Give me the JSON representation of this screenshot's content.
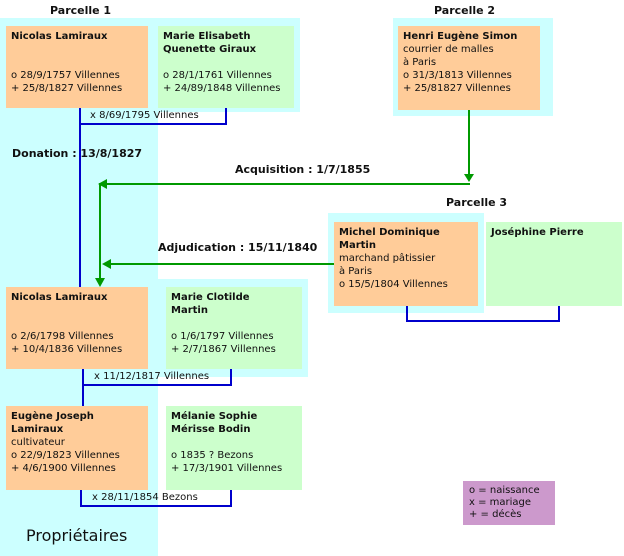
{
  "parcelles": [
    {
      "title": "Parcelle 1"
    },
    {
      "title": "Parcelle 2"
    },
    {
      "title": "Parcelle 3"
    }
  ],
  "zone_label": "Propriétaires",
  "persons": {
    "nicolas1": {
      "name": "Nicolas Lamiraux",
      "lines": [
        "o 28/9/1757 Villennes",
        "+ 25/8/1827 Villennes"
      ]
    },
    "marie_elisabeth": {
      "name": [
        "Marie Elisabeth",
        "Quenette Giraux"
      ],
      "lines": [
        "o 28/1/1761 Villennes",
        "+ 24/89/1848 Villennes"
      ]
    },
    "henri": {
      "name": "Henri Eugène Simon",
      "desc": [
        "courrier de malles",
        "à Paris"
      ],
      "lines": [
        "o 31/3/1813 Villennes",
        "+ 25/81827 Villennes"
      ]
    },
    "michel": {
      "name": [
        "Michel Dominique",
        "Martin"
      ],
      "desc": [
        "marchand pâtissier",
        "à Paris"
      ],
      "lines": [
        "o 15/5/1804 Villennes"
      ]
    },
    "josephine": {
      "name": "Joséphine Pierre"
    },
    "nicolas2": {
      "name": "Nicolas Lamiraux",
      "lines": [
        "o 2/6/1798 Villennes",
        "+ 10/4/1836 Villennes"
      ]
    },
    "marie_clotilde": {
      "name": [
        "Marie Clotilde",
        "Martin"
      ],
      "lines": [
        "o 1/6/1797 Villennes",
        "+ 2/7/1867 Villennes"
      ]
    },
    "eugene": {
      "name": [
        "Eugène Joseph",
        "Lamiraux"
      ],
      "desc": [
        "cultivateur"
      ],
      "lines": [
        "o 22/9/1823 Villennes",
        "+ 4/6/1900 Villennes"
      ]
    },
    "melanie": {
      "name": [
        "Mélanie Sophie",
        "Mérisse Bodin"
      ],
      "lines": [
        "o 1835 ? Bezons",
        "+ 17/3/1901 Villennes"
      ]
    }
  },
  "marriages": {
    "m1": "x 8/69/1795 Villennes",
    "m2": "x 11/12/1817 Villennes",
    "m3": "x 28/11/1854 Bezons"
  },
  "transfers": {
    "donation": "Donation : 13/8/1827",
    "acquisition": "Acquisition : 1/7/1855",
    "adjudication": "Adjudication : 15/11/1840"
  },
  "legend": [
    "o = naissance",
    "x = mariage",
    "+ = décès"
  ],
  "colors": {
    "zone": "#ccffff",
    "male_box": "#ffcc99",
    "female_box": "#ccffcc",
    "marriage_line": "#0000cc",
    "transfer_line": "#009900",
    "legend_bg": "#cc99cc"
  }
}
